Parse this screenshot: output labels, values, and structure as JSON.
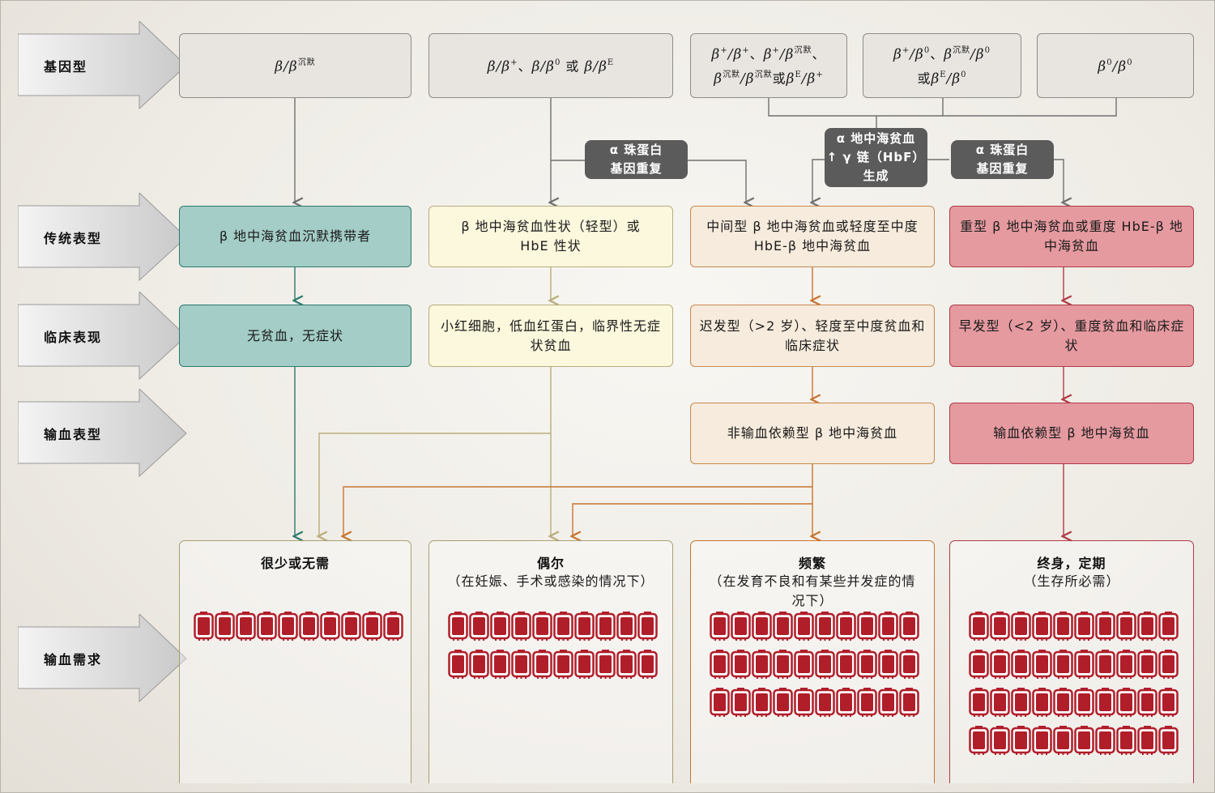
{
  "rows": {
    "genotype": "基因型",
    "phenotype": "传统表型",
    "clinical": "临床表现",
    "transfusion_phenotype": "输血表型",
    "transfusion_need": "输血需求"
  },
  "genotypes": {
    "g1": {
      "text": "β/β",
      "sup": "沉默"
    },
    "g2": {
      "p1": "β/β",
      "s1": "+",
      "sep1": "、",
      "p2": "β/β",
      "s2": "0",
      "or": " 或 ",
      "p3": "β/β",
      "s3": "E"
    },
    "g3": {
      "line1a": "β",
      "s1": "+",
      "line1b": "/β",
      "s2": "+",
      "sep1": "、",
      "line1c": "β",
      "s3": "+",
      "line1d": "/β",
      "s4": "沉默",
      "sep2": "、",
      "line2a": "β",
      "s5": "沉默",
      "line2b": "/β",
      "s6": "沉默",
      "or": "或",
      "line2c": "β",
      "s7": "E",
      "line2d": "/β",
      "s8": "+"
    },
    "g4": {
      "a": "β",
      "s1": "+",
      "b": "/β",
      "s2": "0",
      "sep": "、",
      "c": "β",
      "s3": "沉默",
      "d": "/β",
      "s4": "0",
      "or": "或",
      "e": "β",
      "s5": "E",
      "f": "/β",
      "s6": "0"
    },
    "g5": {
      "a": "β",
      "s1": "0",
      "b": "/β",
      "s2": "0"
    }
  },
  "modifiers": {
    "alpha1_l1": "α 珠蛋白",
    "alpha1_l2": "基因重复",
    "gamma_l1": "α 地中海贫血",
    "gamma_l2": "↑ γ 链（HbF）",
    "gamma_l3": "生成",
    "alpha2_l1": "α 珠蛋白",
    "alpha2_l2": "基因重复"
  },
  "phenotypes": {
    "p1": "β 地中海贫血沉默携带者",
    "p2": "β 地中海贫血性状（轻型）或 HbE 性状",
    "p3": "中间型 β 地中海贫血或轻度至中度 HbE-β 地中海贫血",
    "p4": "重型 β 地中海贫血或重度 HbE-β 地中海贫血"
  },
  "clinical": {
    "c1": "无贫血，无症状",
    "c2": "小红细胞，低血红蛋白，临界性无症状贫血",
    "c3": "迟发型（>2 岁）、轻度至中度贫血和临床症状",
    "c4": "早发型（<2 岁）、重度贫血和临床症状"
  },
  "transfusion_types": {
    "t3": "非输血依赖型 β 地中海贫血",
    "t4": "输血依赖型 β 地中海贫血"
  },
  "needs": {
    "n1": {
      "title": "很少或无需",
      "sub": ""
    },
    "n2": {
      "title": "偶尔",
      "sub": "（在妊娠、手术或感染的情况下）"
    },
    "n3": {
      "title": "频繁",
      "sub": "（在发育不良和有某些并发症的情况下）"
    },
    "n4": {
      "title": "终身，定期",
      "sub": "（生存所必需）"
    }
  },
  "bag_rows": {
    "n1": 1,
    "n2": 2,
    "n3": 3,
    "n4": 4
  },
  "bags_per_row": 10,
  "colors": {
    "teal": "#2d7a6e",
    "olive": "#b9ad7a",
    "orange": "#c8742f",
    "red": "#b03a44",
    "bag": "#b01e2a",
    "gray_line": "#707070"
  }
}
